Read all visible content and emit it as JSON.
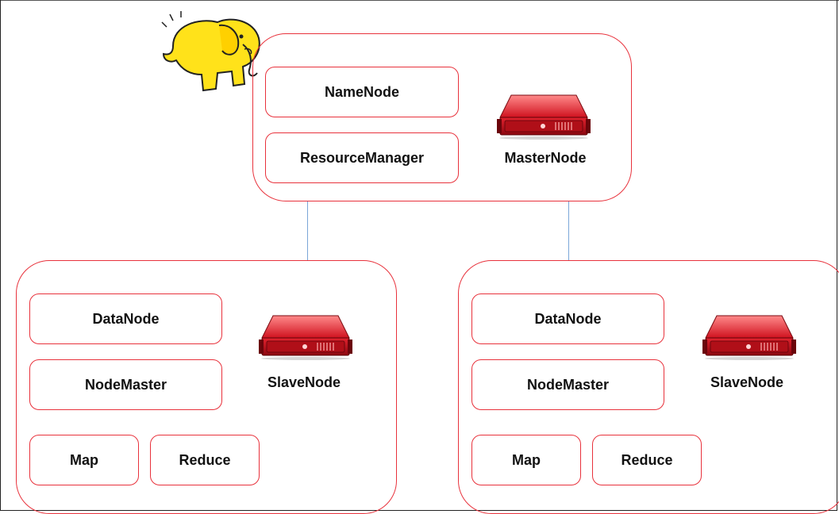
{
  "master": {
    "label": "MasterNode",
    "boxes": [
      "NameNode",
      "ResourceManager"
    ]
  },
  "slaves": [
    {
      "label": "SlaveNode",
      "boxes": [
        "DataNode",
        "NodeMaster"
      ],
      "tasks": [
        "Map",
        "Reduce"
      ]
    },
    {
      "label": "SlaveNode",
      "boxes": [
        "DataNode",
        "NodeMaster"
      ],
      "tasks": [
        "Map",
        "Reduce"
      ]
    }
  ],
  "colors": {
    "outline": "#e8323c",
    "connector": "#7aa6d8",
    "server": "#d0121f",
    "elephant": "#ffe21a"
  },
  "icons": [
    "hadoop-elephant-logo",
    "server-icon"
  ]
}
